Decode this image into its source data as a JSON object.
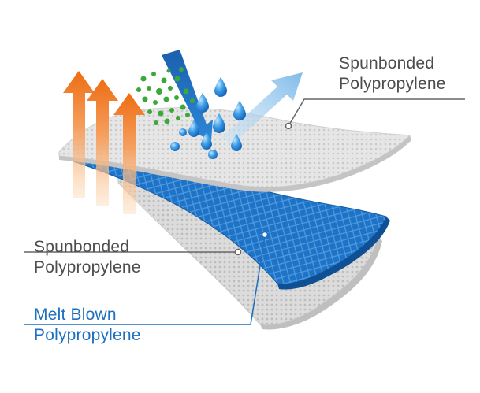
{
  "labels": {
    "top_layer": {
      "line1": "Spunbonded",
      "line2": "Polypropylene"
    },
    "bottom_layer": {
      "line1": "Spunbonded",
      "line2": "Polypropylene"
    },
    "middle_layer": {
      "line1": "Melt Blown",
      "line2": "Polypropylene"
    }
  },
  "colors": {
    "label_text": "#4d4d4d",
    "melt_blown": "#1e6fbf",
    "outer_layer": "#e3e3e3",
    "heat_arrow": "#f07a1c",
    "particles": "#3aa83a",
    "droplet": "#2b8fd8",
    "deflect_arrow": "#8cc2ec"
  },
  "icons": [
    "heat-arrow-icon",
    "particle-icon",
    "water-droplet-icon",
    "deflect-arrow-icon",
    "blue-inflow-arrow-icon"
  ]
}
